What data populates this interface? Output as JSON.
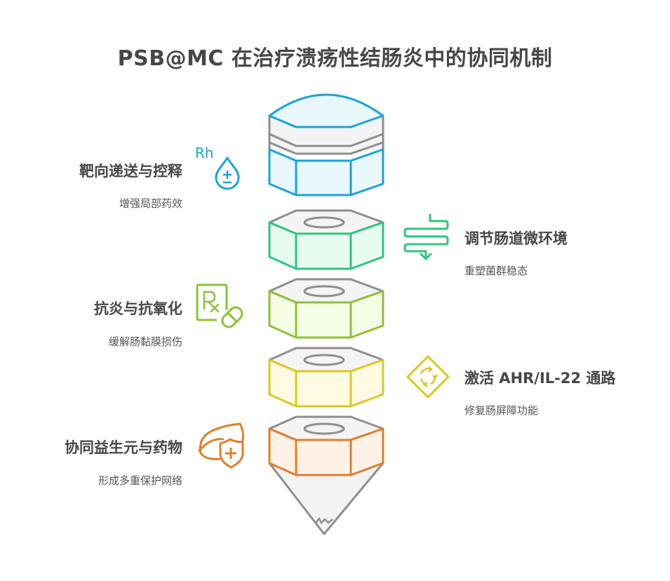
{
  "title": "PSB@MC 在治疗溃疡性结肠炎中的协同机制",
  "colors": {
    "blue": "#1ba3d6",
    "blue_fill": "#e8f8fd",
    "green": "#2ec57a",
    "green_fill": "#e6fcf1",
    "lime": "#8cc13a",
    "lime_fill": "#f5fde4",
    "yellow": "#ddc81f",
    "yellow_fill": "#fffbe3",
    "orange": "#e07f2b",
    "orange_fill": "#fef1e6",
    "gray": "#8e8e8e",
    "gray_fill": "#f4f4f4",
    "text": "#474747"
  },
  "items": [
    {
      "heading": "靶向递送与控释",
      "sub": "增强局部药效",
      "side": "left",
      "icon": "rh-drop-icon",
      "icon_text": "Rh",
      "color": "blue"
    },
    {
      "heading": "调节肠道微环境",
      "sub": "重塑菌群稳态",
      "side": "right",
      "icon": "intestine-flow-icon",
      "color": "green"
    },
    {
      "heading": "抗炎与抗氧化",
      "sub": "缓解肠黏膜损伤",
      "side": "left",
      "icon": "prescription-pill-icon",
      "icon_text": "R",
      "color": "lime"
    },
    {
      "heading": "激活 AHR/IL-22 通路",
      "sub": "修复肠屏障功能",
      "side": "right",
      "icon": "cycle-diamond-icon",
      "color": "yellow"
    },
    {
      "heading": "协同益生元与药物",
      "sub": "形成多重保护网络",
      "side": "left",
      "icon": "leaf-shield-icon",
      "color": "orange"
    }
  ]
}
